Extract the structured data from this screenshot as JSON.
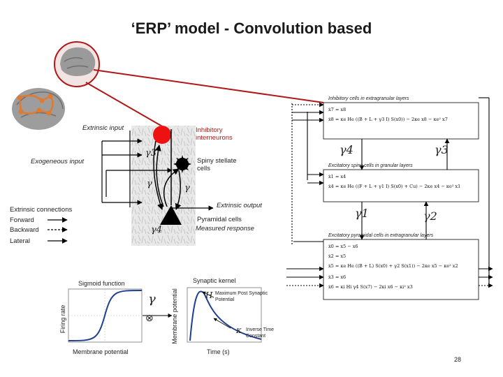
{
  "title": "‘ERP’ model - Convolution based",
  "model": {
    "extrinsic_input": "Extrinsic input",
    "exogenous_input": "Exogeneous input",
    "inhibitory_label": "Inhibitory interneurons",
    "spiny_label": "Spiny stellate cells",
    "pyramidal_label": "Pyramidal cells",
    "extrinsic_output": "Extrinsic output",
    "measured_response": "Measured response",
    "gamma_symbols": [
      "γ3",
      "γ",
      "γ",
      "γ4"
    ]
  },
  "connections": {
    "heading": "Extrinsic connections",
    "items": [
      "Forward",
      "Backward",
      "Lateral"
    ]
  },
  "equations": {
    "inhibitory_title": "Inhibitory cells in extragranular layers",
    "inhibitory_eq": [
      "ẋ7 = x8",
      "ẋ8 = κe He ((B + L + γ3 I) S(x0)) − 2κe x8 − κe² x7"
    ],
    "gamma_top": [
      "γ4",
      "γ3"
    ],
    "spiny_title": "Excitatory spiny cells in granular layers",
    "spiny_eq": [
      "ẋ1 = x4",
      "ẋ4 = κe He ((F + L + γ1 I) S(x0) + Cu) − 2κe x4 − κe² x1"
    ],
    "gamma_mid": [
      "γ1",
      "γ2"
    ],
    "pyramidal_title": "Excitatory pyramidal cells in extragranular layers",
    "pyramidal_eq": [
      "ẋ0 = x5 − x6",
      "ẋ2 = x5",
      "ẋ5 = κe He ((B + L) S(x0) + γ2 S(x1)) − 2κe x5 − κe² x2",
      "ẋ3 = x6",
      "ẋ6 = κi Hi γ4 S(x7) − 2κi x6 − κi² x3"
    ]
  },
  "sigmoid": {
    "title": "Sigmoid function",
    "ylabel": "Firing rate",
    "xlabel": "Membrane potential",
    "otimes": "⊗",
    "gamma": "γ"
  },
  "kernel": {
    "title": "Synaptic kernel",
    "ylabel": "Membrane potential",
    "xlabel": "Time (s)",
    "H_symbol": "H",
    "H_label": "Maximum Post Synaptic Potential",
    "kappa_symbol": "κ",
    "kappa_label": "Inverse Time Constant"
  },
  "page_number": "28",
  "colors": {
    "red": "#ee1111",
    "dark_red": "#b01818",
    "orange": "#e07a30",
    "black": "#000000",
    "curve_blue": "#1f3f8f"
  }
}
